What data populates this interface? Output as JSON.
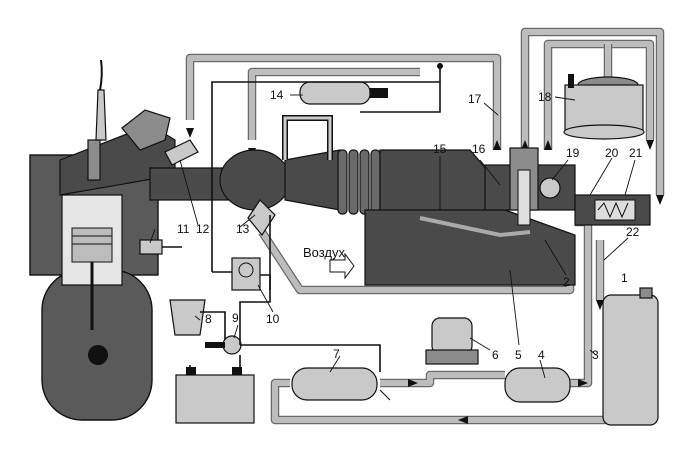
{
  "labels": {
    "n1": "1",
    "n2": "2",
    "n3": "3",
    "n4": "4",
    "n5": "5",
    "n6": "6",
    "n7": "7",
    "n8": "8",
    "n9": "9",
    "n10": "10",
    "n11": "11",
    "n12": "12",
    "n13": "13",
    "n14": "14",
    "n15": "15",
    "n16": "16",
    "n17": "17",
    "n18": "18",
    "n19": "19",
    "n20": "20",
    "n21": "21",
    "n22": "22"
  },
  "air_label": "Воздух"
}
